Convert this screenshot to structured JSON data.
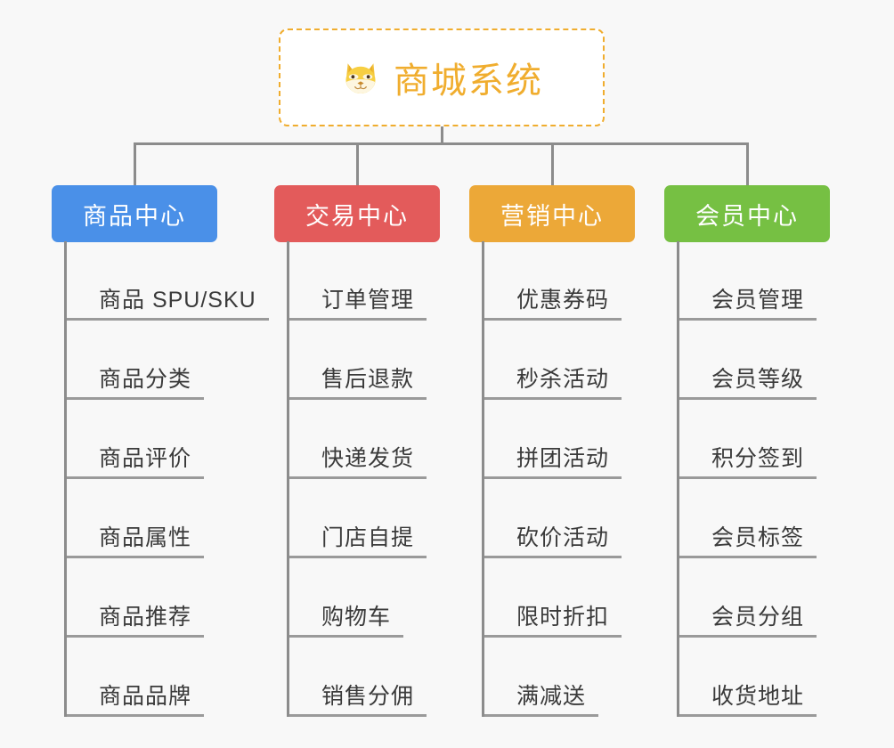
{
  "page": {
    "background_color": "#f8f8f8",
    "line_color": "#8c8c8c",
    "underline_color": "#9a9a9a",
    "leaf_text_color": "#3a3a3a"
  },
  "root": {
    "title": "商城系统",
    "icon": "shiba-dog-face-emoji",
    "border_color": "#f0ad2e",
    "text_color": "#f0ad2e",
    "background_color": "#ffffff"
  },
  "categories": [
    {
      "label": "商品中心",
      "color": "#4a90e8",
      "items": [
        "商品 SPU/SKU",
        "商品分类",
        "商品评价",
        "商品属性",
        "商品推荐",
        "商品品牌"
      ]
    },
    {
      "label": "交易中心",
      "color": "#e35b5b",
      "items": [
        "订单管理",
        "售后退款",
        "快递发货",
        "门店自提",
        "购物车",
        "销售分佣"
      ]
    },
    {
      "label": "营销中心",
      "color": "#eca838",
      "items": [
        "优惠券码",
        "秒杀活动",
        "拼团活动",
        "砍价活动",
        "限时折扣",
        "满减送"
      ]
    },
    {
      "label": "会员中心",
      "color": "#76c043",
      "items": [
        "会员管理",
        "会员等级",
        "积分签到",
        "会员标签",
        "会员分组",
        "收货地址"
      ]
    }
  ]
}
